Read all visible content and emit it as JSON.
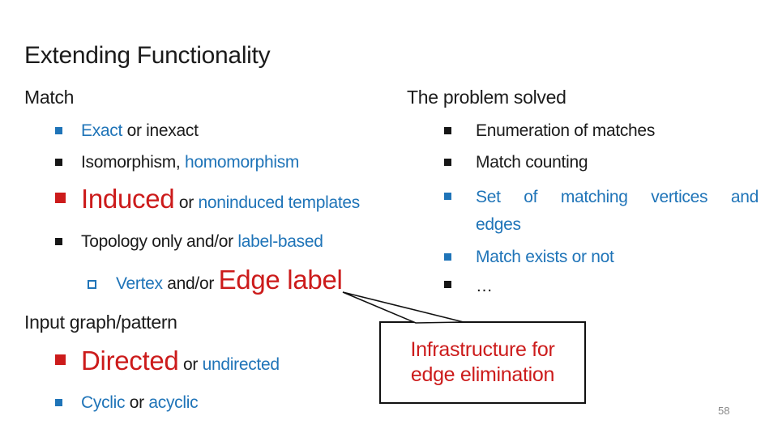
{
  "slide": {
    "title": "Extending Functionality",
    "page_number": "58"
  },
  "colors": {
    "red": "#cc1b1b",
    "blue": "#1f74b8",
    "text": "#1b1b1b",
    "gray": "#898989"
  },
  "left_column": {
    "match_heading": "Match",
    "match_items": [
      {
        "bullet": "blue",
        "seg1": "Exact",
        "seg2": " or inexact"
      },
      {
        "bullet": "black",
        "seg1": "Isomorphism,",
        "seg2": " homomorphism"
      },
      {
        "bullet": "red",
        "seg1": "Induced",
        "seg2": " or ",
        "seg3": "noninduced templates"
      },
      {
        "bullet": "black",
        "seg1": "Topology only and/or ",
        "seg2": "label-based"
      },
      {
        "bullet": "hollow-blue",
        "seg1": "Vertex",
        "seg2": " and/or ",
        "seg3": "Edge label"
      }
    ],
    "input_heading": "Input graph/pattern",
    "input_items": [
      {
        "bullet": "red",
        "seg1": "Directed",
        "seg2": " or ",
        "seg3": "undirected"
      },
      {
        "bullet": "blue",
        "seg1": "Cyclic",
        "seg2": " or ",
        "seg3": "acyclic"
      }
    ]
  },
  "right_column": {
    "heading": "The problem solved",
    "items": [
      {
        "bullet": "black",
        "text": "Enumeration of matches"
      },
      {
        "bullet": "black",
        "text": "Match counting"
      },
      {
        "bullet": "blue",
        "line1": "Set of matching vertices and",
        "line2": "edges"
      },
      {
        "bullet": "blue",
        "text": "Match exists or not"
      },
      {
        "bullet": "black",
        "text": "…"
      }
    ]
  },
  "callout": {
    "line1": "Infrastructure for",
    "line2": "edge elimination"
  }
}
